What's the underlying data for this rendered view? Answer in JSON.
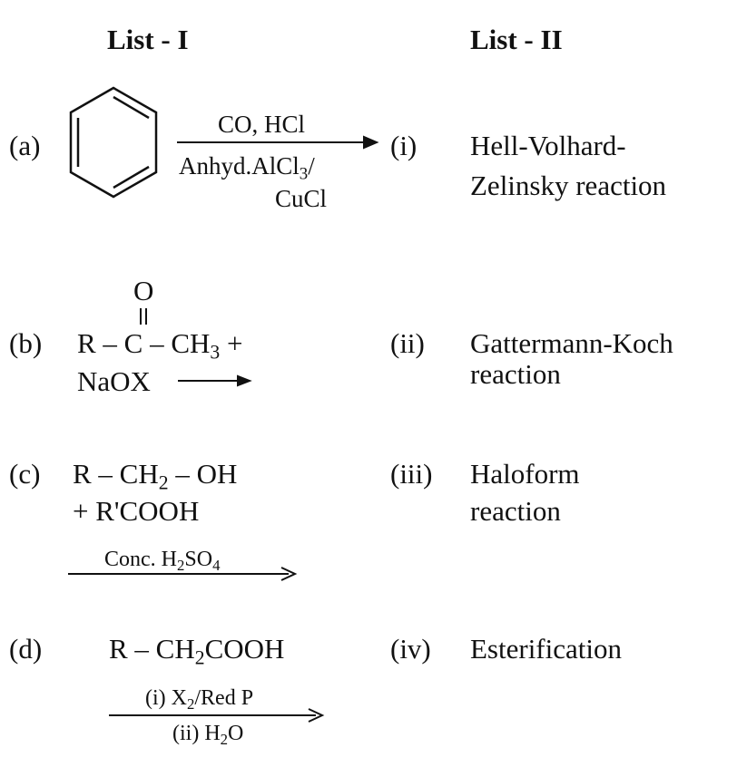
{
  "headers": {
    "list1": "List - I",
    "list2": "List - II"
  },
  "list1": {
    "a": {
      "label": "(a)",
      "reactant_icon": "benzene-ring",
      "above": "CO, HCl",
      "below1": "Anhyd.AlCl",
      "below1_sub": "3",
      "below1_end": "/",
      "below2": "CuCl"
    },
    "b": {
      "label": "(b)",
      "oxygen": "O",
      "line1": "R – C – CH",
      "line1_sub": "3",
      "line1_end": " +",
      "line2": "NaOX"
    },
    "c": {
      "label": "(c)",
      "line1a": "R – CH",
      "line1_sub": "2",
      "line1b": " – OH",
      "line2": "+ R'COOH",
      "cond": "Conc. H",
      "cond_sub1": "2",
      "cond_mid": "SO",
      "cond_sub2": "4"
    },
    "d": {
      "label": "(d)",
      "line1a": "R – CH",
      "line1_sub": "2",
      "line1b": "COOH",
      "above": "(i) X",
      "above_sub": "2",
      "above_end": "/Red P",
      "below": "(ii) H",
      "below_sub": "2",
      "below_end": "O"
    }
  },
  "list2": [
    {
      "label": "(i)",
      "line1": "Hell-Volhard-",
      "line2": "Zelinsky reaction"
    },
    {
      "label": "(ii)",
      "line1": "Gattermann-Koch",
      "line2": "reaction"
    },
    {
      "label": "(iii)",
      "line1": "Haloform",
      "line2": "reaction"
    },
    {
      "label": "(iv)",
      "line1": "Esterification"
    }
  ]
}
